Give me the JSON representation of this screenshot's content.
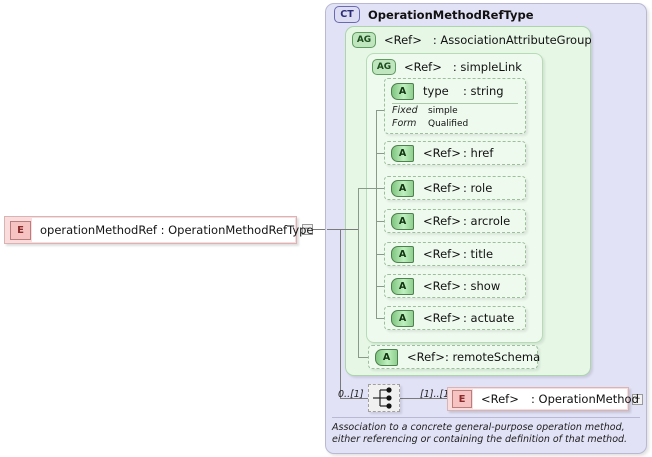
{
  "root_element": {
    "badge": "E",
    "name": "operationMethodRef",
    "separator": " : ",
    "type": "OperationMethodRefType",
    "label": "operationMethodRef : OperationMethodRefType",
    "toggle": "−",
    "toggle_icon": "collapse-minus-icon"
  },
  "complex_type": {
    "badge": "CT",
    "title": "OperationMethodRefType"
  },
  "attribute_groups": [
    {
      "badge": "AG",
      "ref": "<Ref>",
      "type": ": AssociationAttributeGroup"
    },
    {
      "badge": "AG",
      "ref": "<Ref>",
      "type": ": simpleLink"
    }
  ],
  "type_attribute": {
    "badge": "A",
    "name": "type",
    "type": ": string",
    "properties": [
      {
        "key": "Fixed",
        "value": "simple"
      },
      {
        "key": "Form",
        "value": "Qualified"
      }
    ]
  },
  "ref_attributes": [
    {
      "badge": "A",
      "ref": "<Ref>",
      "type": ": href"
    },
    {
      "badge": "A",
      "ref": "<Ref>",
      "type": ": role"
    },
    {
      "badge": "A",
      "ref": "<Ref>",
      "type": ": arcrole"
    },
    {
      "badge": "A",
      "ref": "<Ref>",
      "type": ": title"
    },
    {
      "badge": "A",
      "ref": "<Ref>",
      "type": ": show"
    },
    {
      "badge": "A",
      "ref": "<Ref>",
      "type": ": actuate"
    }
  ],
  "remote_schema_attribute": {
    "badge": "A",
    "ref": "<Ref>",
    "type": ": remoteSchema"
  },
  "content_model": {
    "icon": "sequence-choice-icon",
    "cardinality_left": "0..[1]",
    "cardinality_right": "[1]..[1]",
    "element": {
      "badge": "E",
      "ref": "<Ref>",
      "type": ": OperationMethod",
      "toggle": "+",
      "toggle_icon": "expand-plus-icon"
    }
  },
  "annotation": {
    "text": "Association to a concrete general-purpose operation method, either referencing or containing the definition of that method."
  },
  "colors": {
    "element_fill": "#fbdcdc",
    "element_badge": "#f6c2c2",
    "complex_type_fill": "#e2e2f7",
    "attribute_group_fill": "#e6f7e6",
    "attribute_fill": "#eefaee",
    "attribute_badge": "#8fcf8f",
    "connector": "#8a9a8a"
  }
}
